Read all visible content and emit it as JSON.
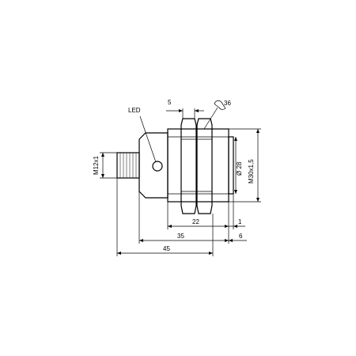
{
  "labels": {
    "led": "LED",
    "wrench": "36",
    "thread_m12": "M12x1",
    "dim_5": "5",
    "dim_22": "22",
    "dim_1": "1",
    "dim_35": "35",
    "dim_6": "6",
    "dim_45": "45",
    "dia_28": "Ø 28",
    "thread_m30": "M30x1,5"
  }
}
